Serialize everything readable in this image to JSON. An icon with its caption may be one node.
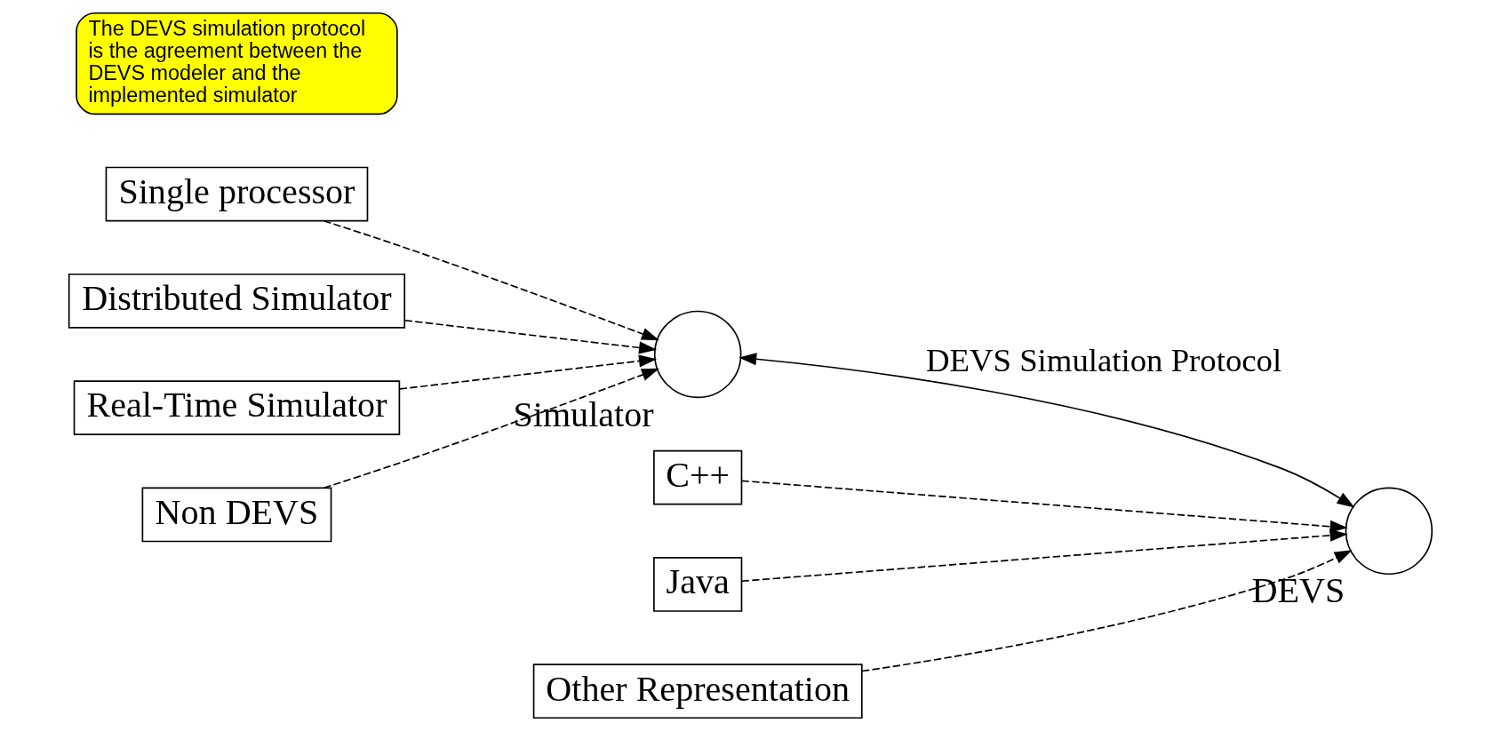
{
  "diagram": {
    "nodes": [
      {
        "text": [
          "Single processor"
        ]
      },
      {
        "text": [
          "Distributed Simulator"
        ]
      },
      {
        "text": [
          "Real-Time Simulator"
        ]
      },
      {
        "text": [],
        "shape": "circle",
        "beside": [
          "Simulator"
        ]
      },
      {
        "text": [
          "Non DEVS"
        ]
      },
      {
        "text": [],
        "shape": "circle",
        "beside": [
          "DEVS"
        ]
      },
      {
        "text": [
          "C++"
        ]
      },
      {
        "text": [
          "Java"
        ]
      },
      {
        "text": [
          "Other Representation"
        ]
      },
      {
        "text": [
          "The DEVS simulation protocol is the agreement between the DEVS modeler and the implemented simulator"
        ]
      }
    ],
    "edges": [
      {
        "from": 0,
        "to": 3,
        "arrow": "to",
        "style": "dashed"
      },
      {
        "from": 1,
        "to": 3,
        "arrow": "to",
        "style": "dashed"
      },
      {
        "from": 2,
        "to": 3,
        "arrow": "to",
        "style": "dashed"
      },
      {
        "from": 4,
        "to": 3,
        "arrow": "to",
        "style": "dashed"
      },
      {
        "from": 3,
        "to": 5,
        "arrow": "both",
        "label": "DEVS Simulation Protocol"
      },
      {
        "from": 6,
        "to": 5,
        "arrow": "to",
        "style": "dashed"
      },
      {
        "from": 7,
        "to": 5,
        "arrow": "to",
        "style": "dashed"
      },
      {
        "from": 8,
        "to": 5,
        "arrow": "to",
        "style": "dashed"
      }
    ]
  }
}
